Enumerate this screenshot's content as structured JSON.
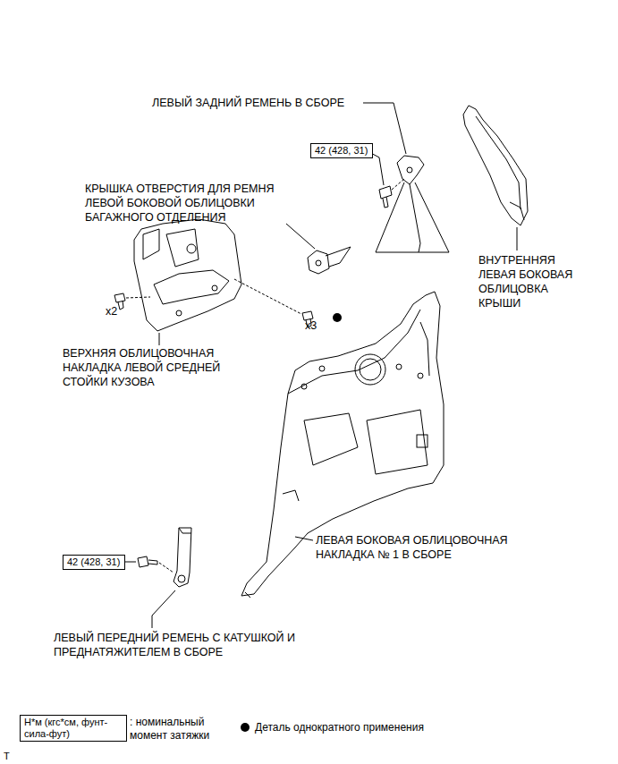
{
  "diagram": {
    "nodes": [
      {
        "text": [
          "42 (428, 31)"
        ]
      },
      {
        "text": [
          "42 (428, 31)"
        ]
      },
      {
        "text": [
          "Н*м (кгс*см, фунт-сила-фут)"
        ]
      }
    ],
    "labels": [
      "ЛЕВЫЙ ЗАДНИЙ РЕМЕНЬ В СБОРЕ",
      "КРЫШКА ОТВЕРСТИЯ ДЛЯ РЕМНЯ ЛЕВОЙ БОКОВОЙ ОБЛИЦОВКИ БАГАЖНОГО ОТДЕЛЕНИЯ",
      "ВНУТРЕННЯЯ ЛЕВАЯ БОКОВАЯ ОБЛИЦОВКА КРЫШИ",
      "x2",
      "x3",
      "ВЕРХНЯЯ ОБЛИЦОВОЧНАЯ НАКЛАДКА ЛЕВОЙ СРЕДНЕЙ СТОЙКИ КУЗОВА",
      "ЛЕВАЯ БОКОВАЯ ОБЛИЦОВОЧНАЯ НАКЛАДКА № 1 В СБОРЕ",
      "ЛЕВЫЙ ПЕРЕДНИЙ РЕМЕНЬ С КАТУШКОЙ И ПРЕДНАТЯЖИТЕЛЕМ В СБОРЕ",
      ": номинальный момент затяжки",
      "T"
    ],
    "legend": [
      {
        "text": "Деталь однократного применения"
      }
    ]
  }
}
